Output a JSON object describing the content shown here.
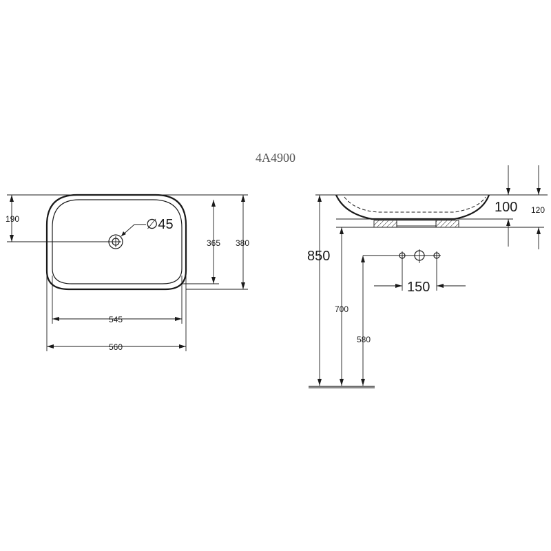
{
  "model_code": "4A4900",
  "plan_view": {
    "dim_overall_width": "560",
    "dim_inner_width": "545",
    "dim_overall_depth": "380",
    "dim_inner_depth": "365",
    "dim_drain_offset": "190",
    "dim_drain_diameter": "∅45"
  },
  "side_view": {
    "dim_top_height": "850",
    "dim_rim_height": "100",
    "dim_total_height": "120",
    "dim_underside_height": "700",
    "dim_tap_height": "580",
    "dim_tap_spacing": "150"
  }
}
